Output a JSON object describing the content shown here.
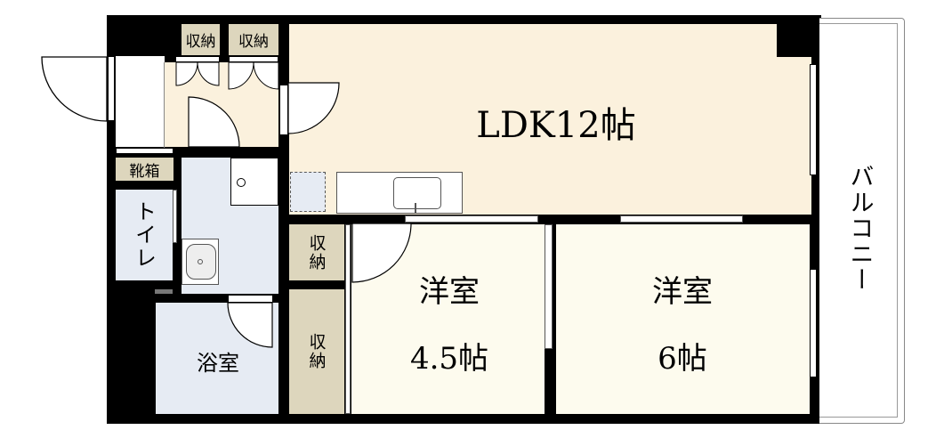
{
  "floor_plan": {
    "rooms": {
      "ldk": {
        "label": "LDK12帖",
        "type": "LDK",
        "size_jo": 12
      },
      "western_room_1": {
        "label_line1": "洋室",
        "label_line2": "4.5帖",
        "size_jo": 4.5
      },
      "western_room_2": {
        "label_line1": "洋室",
        "label_line2": "6帖",
        "size_jo": 6
      },
      "bathroom": {
        "label": "浴室"
      },
      "toilet": {
        "label": "トイレ"
      },
      "shoe_box": {
        "label": "靴箱"
      },
      "storage_top_left": {
        "label": "収納"
      },
      "storage_top_right": {
        "label": "収納"
      },
      "storage_middle": {
        "label": "収納"
      },
      "storage_lower": {
        "label": "収納"
      },
      "balcony": {
        "label": "バルコニー"
      }
    },
    "colors": {
      "wall": "#000000",
      "ldk_floor": "#fbf1dd",
      "bedroom_floor": "#fdfbee",
      "wet_area_floor": "#e6ebf3",
      "storage_floor": "#ddd6bd",
      "balcony_floor": "#ffffff"
    }
  }
}
